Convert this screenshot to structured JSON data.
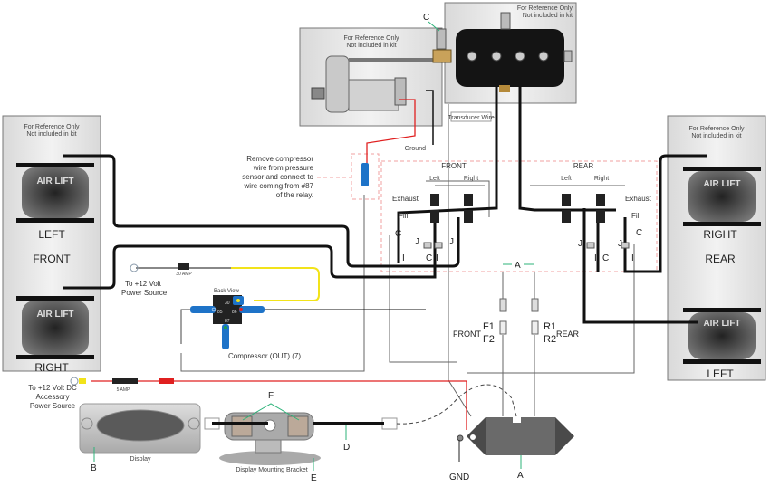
{
  "diagram": {
    "title": "Air Lift wiring and plumbing diagram",
    "reference_note_line1": "For Reference Only",
    "reference_note_line2": "Not included in kit",
    "air_springs": {
      "brand": "AIR LIFT",
      "front": {
        "group_label": "FRONT",
        "top_label": "LEFT",
        "bottom_label": "RIGHT"
      },
      "rear": {
        "group_label": "REAR",
        "top_label": "RIGHT",
        "bottom_label": "LEFT"
      }
    },
    "labels": {
      "transducer_wire": "Transducer Wire",
      "ground": "Ground",
      "gnd": "GND",
      "remove_note": [
        "Remove compressor",
        "wire from pressure",
        "sensor and connect to",
        "wire coming from #87",
        "of the relay."
      ],
      "power_source_12v": [
        "To +12 Volt",
        "Power Source"
      ],
      "accessory_power": [
        "To +12 Volt DC",
        "Accessory",
        "Power Source"
      ],
      "fuse_30": "30 AMP",
      "fuse_5": "5 AMP",
      "relay_back_view": "Back View",
      "relay_pins": [
        "30",
        "85",
        "86",
        "87"
      ],
      "compressor_out": "Compressor (OUT) (7)",
      "display": "Display",
      "display_bracket": "Display Mounting Bracket",
      "manifold_front": "FRONT",
      "manifold_rear": "REAR",
      "left": "Left",
      "right": "Right",
      "exhaust": "Exhaust",
      "fill": "Fill",
      "front_connector": "FRONT",
      "rear_connector": "REAR",
      "f1": "F1",
      "f2": "F2",
      "r1": "R1",
      "r2": "R2"
    },
    "callouts": {
      "a": "A",
      "b": "B",
      "c": "C",
      "d": "D",
      "e": "E",
      "f": "F",
      "i": "I",
      "j": "J"
    },
    "colors": {
      "panel": "#e6e6e6",
      "hose": "#111111",
      "power_wire": "#e02020",
      "yellow_wire": "#f2e31a",
      "connector_blue": "#1e73c8",
      "callout_green": "#2db37a",
      "dashed_red": "#f0a0a0"
    }
  }
}
